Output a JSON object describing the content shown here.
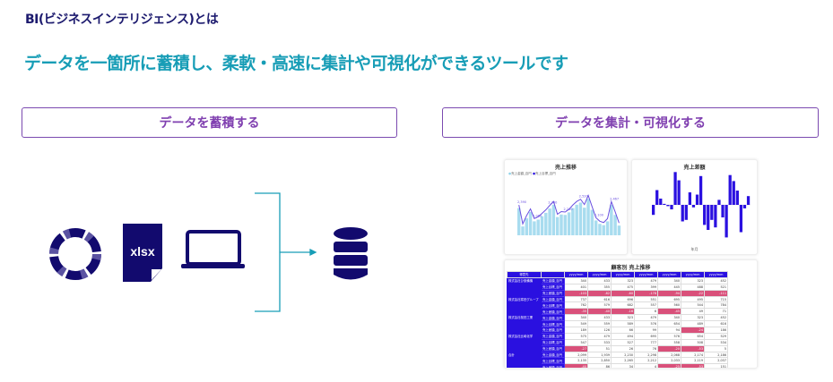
{
  "heading": "BI(ビジネスインテリジェンス)とは",
  "subheading": "データを一箇所に蓄積し、柔軟・高速に集計や可視化ができるツールです",
  "left_box": "データを蓄積する",
  "right_box": "データを集計・可視化する",
  "sources": {
    "file_label": "xlsx"
  },
  "colors": {
    "navy": "#120a6e",
    "teal": "#179db6",
    "purple": "#7b4ab0",
    "bar": "#2a10e0",
    "neg": "#d9507a"
  },
  "dashboard": {
    "line_chart": {
      "title": "売上推移",
      "legend": [
        "売上金額_百円",
        "売上目標_百円"
      ],
      "values": [
        2390,
        1960,
        2150,
        2300,
        2080,
        2120,
        2200,
        2280,
        2380,
        2470,
        2180,
        2240,
        2230,
        2290,
        2390,
        2470,
        2520,
        2400,
        2609,
        2350,
        2100,
        2020,
        1990,
        2080,
        2467,
        2230,
        1980
      ]
    },
    "bar_chart": {
      "title": "売上差額",
      "xlabel": "年月",
      "values": [
        -40,
        59,
        25,
        4,
        -5,
        -18,
        131,
        98,
        -66,
        -60,
        50,
        -10,
        41,
        115,
        -80,
        -100,
        -60,
        -90,
        20,
        -50,
        -130,
        119,
        95,
        57,
        -109,
        -14,
        35
      ]
    },
    "table": {
      "title": "顧客別 売上推移",
      "header": [
        "得意先",
        "",
        "yyyy/mm",
        "yyyy/mm",
        "yyyy/mm",
        "yyyy/mm",
        "yyyy/mm",
        "yyyy/mm",
        "yyyy/mm"
      ],
      "row_labels": [
        "売上金額_百円",
        "売上目標_百円",
        "売上差額_百円"
      ],
      "groups": [
        {
          "name": "株式会社ひ設備機",
          "rows": [
            [
              340,
              433,
              323,
              479,
              340,
              323,
              452
            ],
            [
              401,
              355,
              475,
              399,
              445,
              488,
              521
            ],
            [
              -103,
              -82,
              -60,
              -178,
              -94,
              -22,
              -111
            ]
          ]
        },
        {
          "name": "株式会社寒田グループ",
          "rows": [
            [
              737,
              616,
              696,
              551,
              695,
              495,
              715
            ],
            [
              762,
              579,
              682,
              557,
              560,
              544,
              784
            ],
            [
              -35,
              -40,
              -16,
              6,
              -45,
              49,
              71
            ]
          ]
        },
        {
          "name": "株式会社桜田工業",
          "rows": [
            [
              340,
              433,
              323,
              479,
              340,
              323,
              452
            ],
            [
              549,
              559,
              589,
              576,
              654,
              489,
              616
            ],
            [
              189,
              126,
              66,
              99,
              94,
              -24,
              186
            ]
          ]
        },
        {
          "name": "株式会社比嶋化学",
          "rows": [
            [
              575,
              479,
              494,
              695,
              576,
              654,
              529
            ],
            [
              547,
              533,
              527,
              777,
              558,
              508,
              534
            ],
            [
              -27,
              51,
              26,
              76,
              -20,
              -53,
              5
            ]
          ]
        },
        {
          "name": "合計",
          "rows": [
            [
              2099,
              1939,
              2230,
              2298,
              2068,
              2174,
              2186
            ],
            [
              2135,
              2850,
              2265,
              2212,
              2033,
              2119,
              2037
            ],
            [
              -40,
              86,
              34,
              4,
              -25,
              -53,
              151
            ]
          ]
        }
      ]
    }
  }
}
